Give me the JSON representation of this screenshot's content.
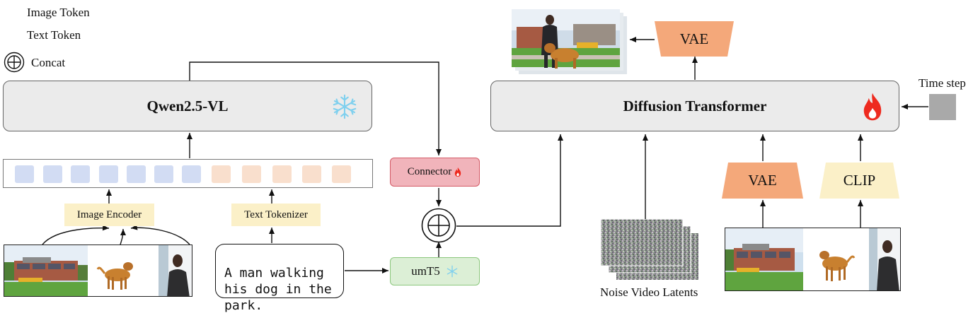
{
  "legend": {
    "image_token": {
      "label": "Image Token",
      "color": "#d2dcf3"
    },
    "text_token": {
      "label": "Text Token",
      "color": "#f9dfcd"
    },
    "concat": {
      "label": "Concat"
    }
  },
  "blocks": {
    "qwen": {
      "label": "Qwen2.5-VL",
      "state_icon": "snowflake-icon"
    },
    "dit": {
      "label": "Diffusion Transformer",
      "state_icon": "flame-icon"
    }
  },
  "tokens": {
    "image_count": 7,
    "text_count": 5
  },
  "modules": {
    "image_encoder": "Image Encoder",
    "text_tokenizer": "Text Tokenizer",
    "connector": "Connector",
    "umt5": "umT5",
    "vae_out": "VAE",
    "vae_in": "VAE",
    "clip": "CLIP"
  },
  "prompt": {
    "line1": "A man walking",
    "line2": "his dog in the",
    "line3": "park."
  },
  "inputs": {
    "time_step": "Time step",
    "noise": "Noise Video Latents"
  },
  "colors": {
    "vae": "#f4a87a",
    "clip": "#fbf0c8",
    "connector": "#f1b4bb",
    "umt5": "#dcefd6",
    "block": "#ebebeb",
    "flame": "#ee2a1f",
    "snowflake": "#7fd0ee"
  }
}
